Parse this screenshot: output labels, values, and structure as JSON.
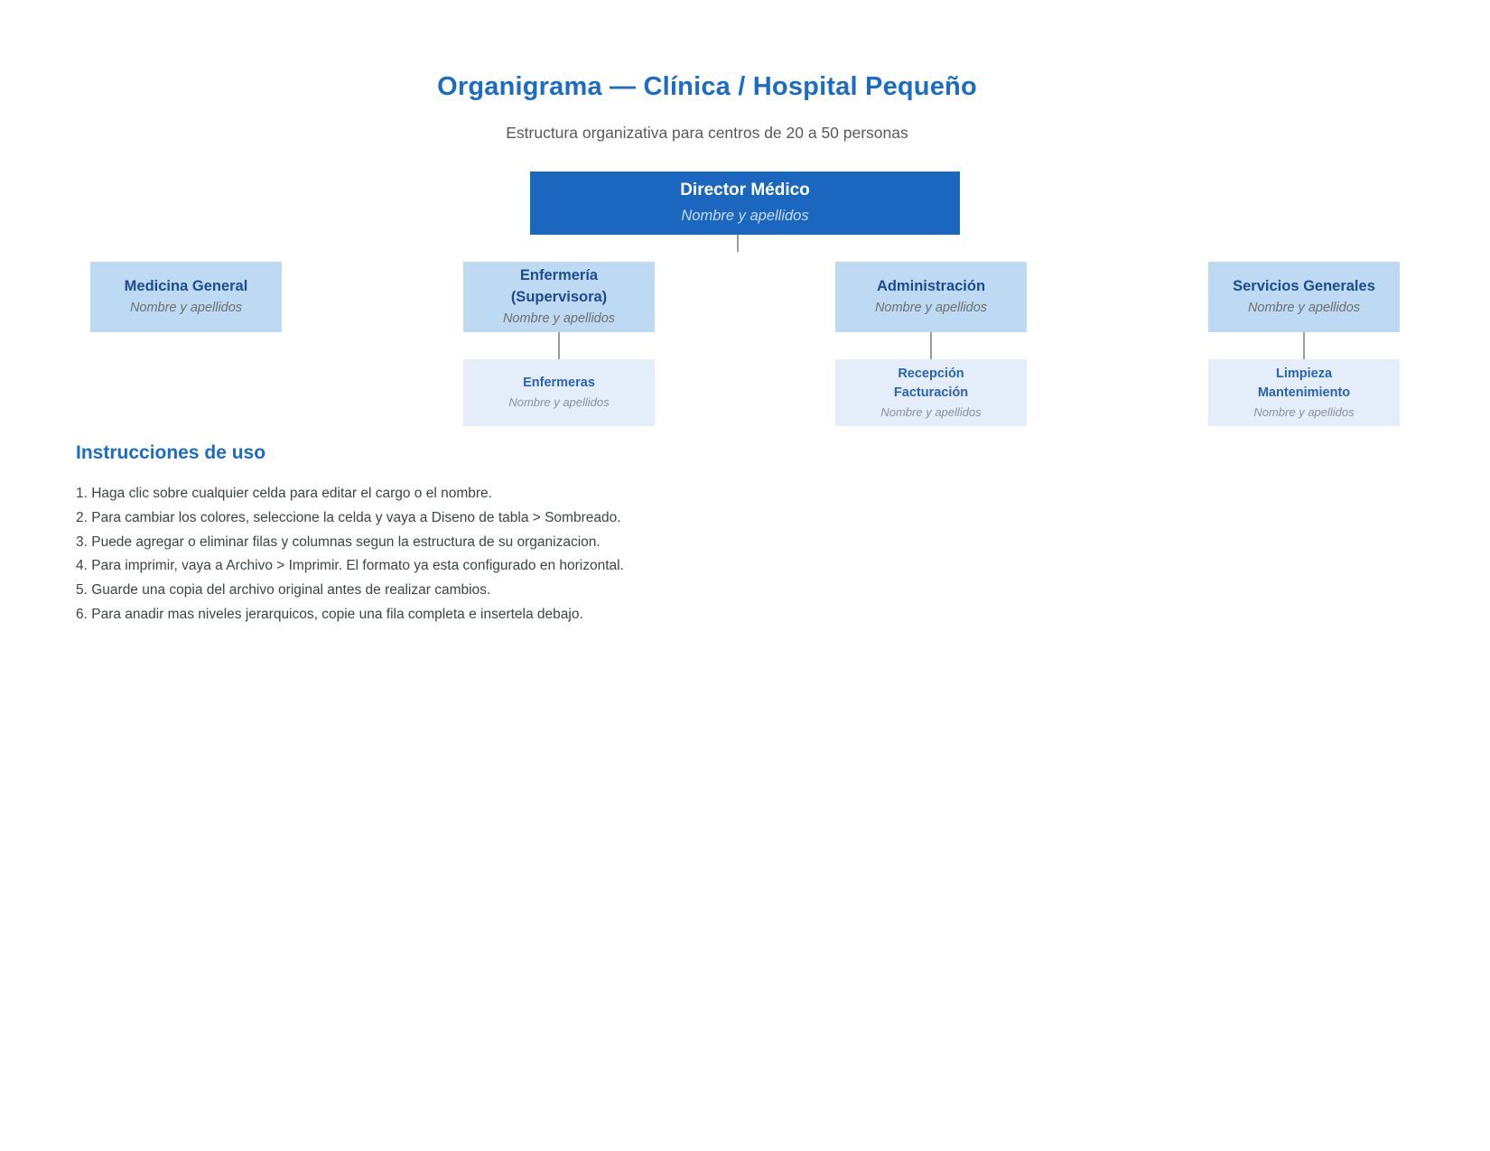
{
  "page": {
    "title": "Organigrama — Clínica / Hospital Pequeño",
    "subtitle": "Estructura organizativa para centros de 20 a 50 personas"
  },
  "org_chart": {
    "root": {
      "title": "Director Médico",
      "name": "Nombre y apellidos"
    },
    "level2": [
      {
        "title_lines": [
          "Medicina General"
        ],
        "name": "Nombre y apellidos"
      },
      {
        "title_lines": [
          "Enfermería",
          "(Supervisora)"
        ],
        "name": "Nombre y apellidos"
      },
      {
        "title_lines": [
          "Administración"
        ],
        "name": "Nombre y apellidos"
      },
      {
        "title_lines": [
          "Servicios Generales"
        ],
        "name": "Nombre y apellidos"
      }
    ],
    "level3": [
      {
        "title_lines": [
          "Enfermeras"
        ],
        "name": "Nombre y apellidos"
      },
      {
        "title_lines": [
          "Recepción",
          "Facturación"
        ],
        "name": "Nombre y apellidos"
      },
      {
        "title_lines": [
          "Limpieza",
          "Mantenimiento"
        ],
        "name": "Nombre y apellidos"
      }
    ]
  },
  "instructions": {
    "heading": "Instrucciones de uso",
    "items": [
      "1. Haga clic sobre cualquier celda para editar el cargo o el nombre.",
      "2. Para cambiar los colores, seleccione la celda y vaya a Diseno de tabla > Sombreado.",
      "3. Puede agregar o eliminar filas y columnas segun la estructura de su organizacion.",
      "4. Para imprimir, vaya a Archivo > Imprimir. El formato ya esta configurado en horizontal.",
      "5. Guarde una copia del archivo original antes de realizar cambios.",
      "6. Para anadir mas niveles jerarquicos, copie una fila completa e insertela debajo."
    ]
  },
  "colors": {
    "accent_blue": "#1b6cc2",
    "root_box_fill": "#1b66bf",
    "level2_box_fill": "#bedaf2",
    "level3_box_fill": "#e3eefa",
    "level2_title_text": "#1b4c8c",
    "level3_title_text": "#2a63b0",
    "connector_gray": "#9b9b9b"
  }
}
